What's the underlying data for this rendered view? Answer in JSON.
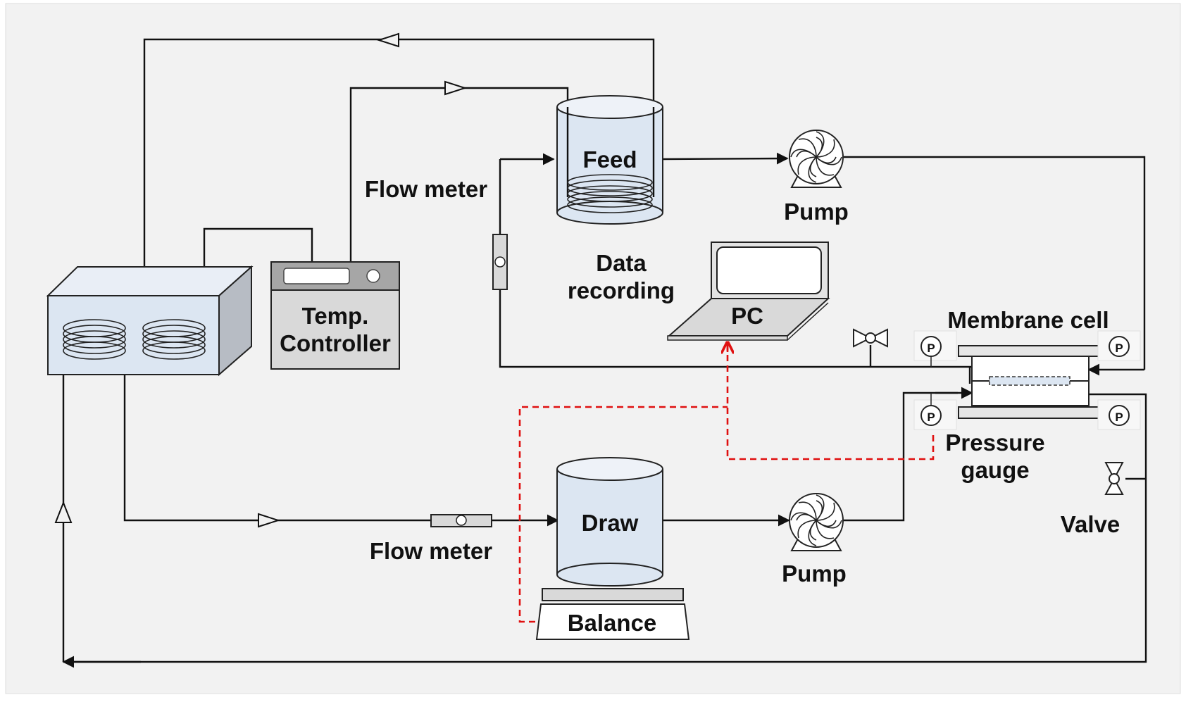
{
  "labels": {
    "feed": "Feed",
    "draw": "Draw",
    "flow_meter_top": "Flow meter",
    "flow_meter_bottom": "Flow meter",
    "pump_top": "Pump",
    "pump_bottom": "Pump",
    "data_recording_1": "Data",
    "data_recording_2": "recording",
    "pc": "PC",
    "temp_controller_1": "Temp.",
    "temp_controller_2": "Controller",
    "membrane_cell": "Membrane cell",
    "pressure_gauge_1": "Pressure",
    "pressure_gauge_2": "gauge",
    "valve": "Valve",
    "balance": "Balance",
    "gauge_symbol": "P"
  },
  "colors": {
    "background": "#f2f2f2",
    "tank_fill": "#dce6f2",
    "equipment_fill": "#d9d9d9",
    "signal_line": "#e01010",
    "line": "#111111"
  }
}
